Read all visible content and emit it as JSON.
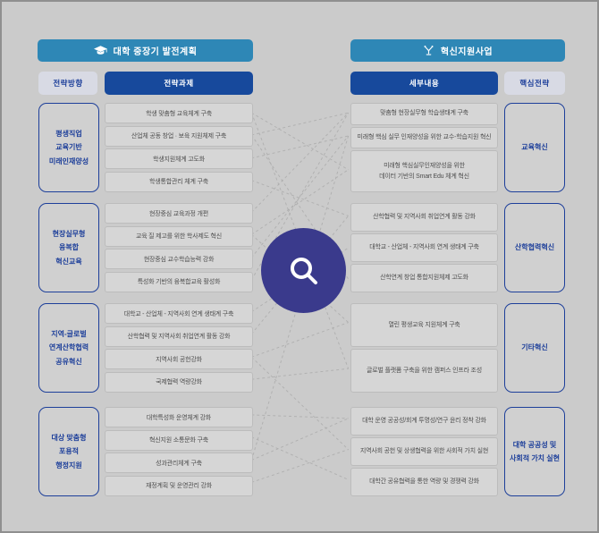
{
  "colors": {
    "teal": "#2e87b6",
    "navy": "#17499c",
    "lavender": "#d8dae4",
    "navy_text": "#1d3f9a",
    "circle": "#3a3a8c",
    "background": "#cbcbcb",
    "line": "#adadad"
  },
  "left": {
    "header": {
      "title": "대학 중장기 발전계획",
      "icon": "graduation-cap"
    },
    "columns": {
      "direction": "전략방향",
      "tasks": "전략과제"
    },
    "groups": [
      {
        "direction": "평생직업\n교육기반\n미래인재양성",
        "tasks": [
          "학생 맞춤형 교육체계 구축",
          "산업체 공동 창업 · 보육 지원체제 구축",
          "학생지원체계 고도화",
          "학생통합관리 체계 구축"
        ]
      },
      {
        "direction": "현장실무형\n융복합\n혁신교육",
        "tasks": [
          "현장중심 교육과정 개편",
          "교육 질 제고를 위한 학사제도 혁신",
          "현장중심 교수학습능력 강화",
          "특성화 기반의 융복합교육 활성화"
        ]
      },
      {
        "direction": "지역-글로벌\n연계산학협력\n공유혁신",
        "tasks": [
          "대학교 - 산업체 - 지역사회 연계 생태계 구축",
          "산학협력 및 지역사회 취업연계 활동 강화",
          "지역사회 공헌강화",
          "국제협력 역량강화"
        ]
      },
      {
        "direction": "대상 맞춤형\n포용적\n행정지원",
        "tasks": [
          "대학특성화 운영체계 강화",
          "혁신지원 소통문화 구축",
          "성과관리체계 구축",
          "재정계획 및 운영관리 강화"
        ]
      }
    ]
  },
  "right": {
    "header": {
      "title": "혁신지원사업",
      "icon": "trophy"
    },
    "columns": {
      "details": "세부내용",
      "strategy": "핵심전략"
    },
    "groups": [
      {
        "strategy": "교육혁신",
        "details": [
          "맞춤형 현장실무형 학습생태계 구축",
          "미래형 핵심 실무 인재양성을 위한 교수-학습지원 혁신",
          "미래형 핵심실무인재양성을 위한\n데이터 기반의 Smart Edu 체계 혁신"
        ]
      },
      {
        "strategy": "산학협력혁신",
        "details": [
          "산학협력 및 지역사회 취업연계 활동 강화",
          "대학교 - 산업체 - 지역사회 연계 생태계 구축",
          "산학연계 창업 통합지원체제 고도화"
        ]
      },
      {
        "strategy": "기타혁신",
        "details": [
          "열린 평생교육 지원체계 구축",
          "글로벌 플랫폼 구축을 위한 캠퍼스 인프라 조성"
        ]
      },
      {
        "strategy": "대학 공공성 및\n사회적 가치 실현",
        "details": [
          "대학 운영 공공성/회계 투명성/연구 윤리 정착 강화",
          "지역사회 공헌 및 상생협력을 위한 사회적 가치 실현",
          "대학간 공유협력을 통한 역량 및 경쟁력 강화"
        ]
      }
    ]
  },
  "center": {
    "icon": "magnifier"
  }
}
